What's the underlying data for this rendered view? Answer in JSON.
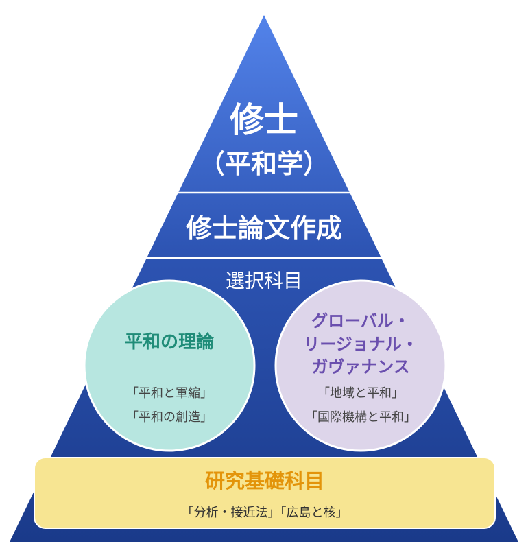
{
  "apex": {
    "title": "修士",
    "subtitle": "（平和学）"
  },
  "thesis": {
    "label": "修士論文作成"
  },
  "electives": {
    "label": "選択科目"
  },
  "left_circle": {
    "title": "平和の理論",
    "courses": [
      "「平和と軍縮」",
      "「平和の創造」"
    ]
  },
  "right_circle": {
    "title_lines": [
      "グローバル・",
      "リージョナル・",
      "ガヴァナンス"
    ],
    "courses": [
      "「地域と平和」",
      "「国際機構と平和」"
    ]
  },
  "basic": {
    "title": "研究基礎科目",
    "courses": "「分析・接近法」「広島と核」"
  },
  "colors": {
    "pyramid_top": "#4a78e0",
    "pyramid_bottom": "#1e3f8f",
    "left_circle_fill": "#b7e6e0",
    "left_circle_title": "#1f8c78",
    "right_circle_fill": "#ddd5ea",
    "right_circle_title": "#6a4fae",
    "base_fill": "#f7e592",
    "base_title": "#e3940a"
  }
}
